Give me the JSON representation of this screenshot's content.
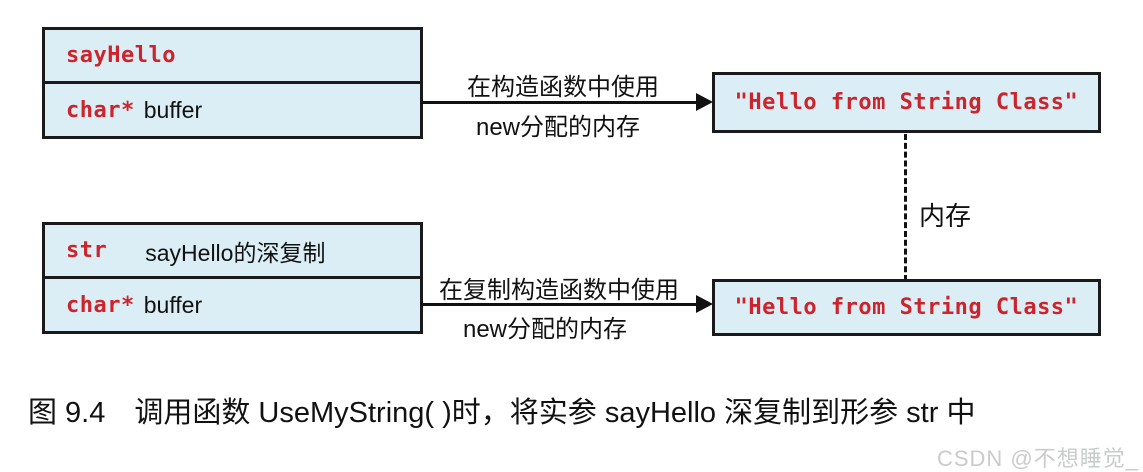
{
  "diagram": {
    "source_object": {
      "title": "sayHello",
      "member_type": "char*",
      "member_name": "buffer"
    },
    "copy_object": {
      "title_keyword": "str",
      "title_desc": "sayHello的深复制",
      "member_type": "char*",
      "member_name": "buffer"
    },
    "memory_block_top": {
      "text": "\"Hello from String Class\""
    },
    "memory_block_bottom": {
      "text": "\"Hello from String Class\""
    },
    "arrow_top": {
      "line1": "在构造函数中使用",
      "line2": "new分配的内存"
    },
    "arrow_bottom": {
      "line1": "在复制构造函数中使用",
      "line2": "new分配的内存"
    },
    "memory_label": "内存"
  },
  "caption": "图 9.4　调用函数 UseMyString( )时，将实参 sayHello 深复制到形参 str 中",
  "watermark": "CSDN @不想睡觉_",
  "colors": {
    "box_fill": "#dbeef5",
    "box_border": "#1a1a1a",
    "code_red": "#cc242c",
    "text_black": "#111111",
    "watermark_gray": "#c9cccc"
  }
}
